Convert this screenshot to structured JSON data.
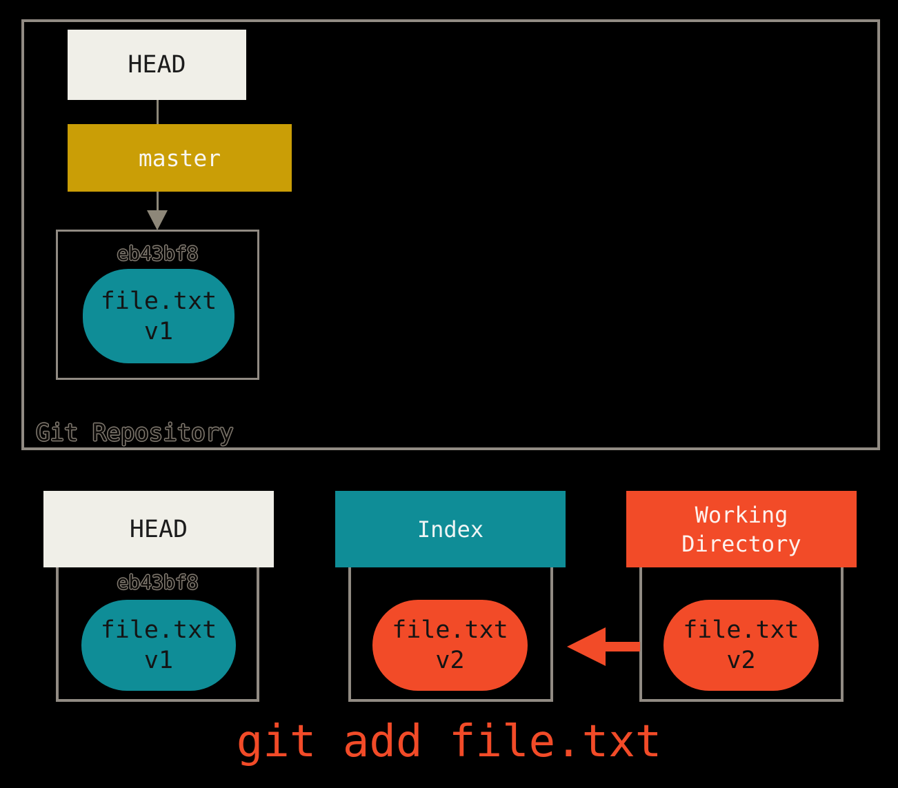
{
  "colors": {
    "background": "#000000",
    "box_border_gray": "#918b83",
    "arrow_gray": "#8d8779",
    "cream": "#f0efe8",
    "branch_gold": "#ca9e06",
    "teal": "#0f8d97",
    "orange_red": "#f24b28",
    "ghost_text_outline": "#847d73"
  },
  "repository": {
    "label": "Git Repository",
    "head": {
      "label": "HEAD"
    },
    "branch": {
      "label": "master"
    },
    "commit": {
      "id": "eb43bf8",
      "blob": {
        "name": "file.txt",
        "version": "v1"
      }
    }
  },
  "columns": {
    "head": {
      "title": "HEAD",
      "commit_id": "eb43bf8",
      "blob": {
        "name": "file.txt",
        "version": "v1"
      }
    },
    "index": {
      "title": "Index",
      "blob": {
        "name": "file.txt",
        "version": "v2"
      }
    },
    "working_directory": {
      "title": "Working Directory",
      "blob": {
        "name": "file.txt",
        "version": "v2"
      }
    }
  },
  "command": {
    "text": "git add file.txt"
  }
}
